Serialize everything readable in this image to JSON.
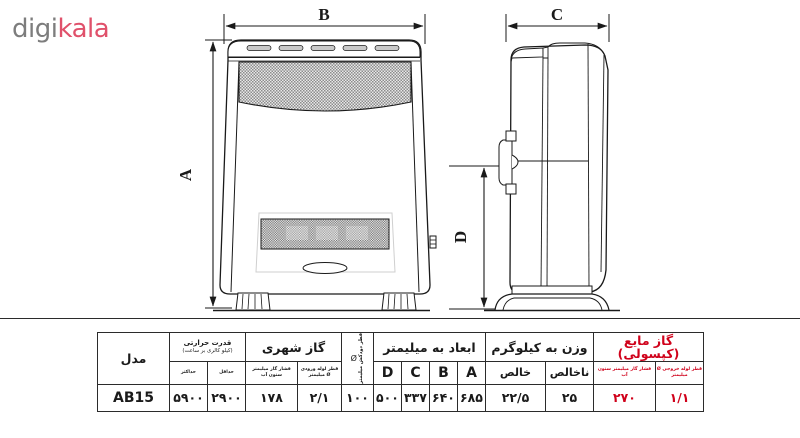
{
  "brand": {
    "part1": "digi",
    "part2": "kala",
    "color1": "#7d7d7d",
    "color2": "#e0516b"
  },
  "drawing": {
    "title": "gas-heater-technical-drawing",
    "labels": {
      "a": "A",
      "b": "B",
      "c": "C",
      "d": "D"
    },
    "views": {
      "front": "front-view",
      "side": "side-view"
    }
  },
  "table": {
    "title": "specifications-table",
    "accent_red": "#d0021b",
    "border_color": "#2b2b2b",
    "headers": {
      "model": "مدل",
      "thermal_power": "قدرت حرارتی",
      "thermal_power_unit": "(کیلو کالری بر ساعت)",
      "thermal_max": "حداکثر",
      "thermal_min": "حداقل",
      "city_gas": "گاز شهری",
      "city_gas_pressure": "فشار گاز میلیمتر ستون آب",
      "city_gas_pipe": "قطر لوله ورودی Ø میلیمتر",
      "flue_diameter": "قطر دودکش میلیمتر",
      "flue_symbol": "Ø",
      "dimensions": "ابعاد به میلیمتر",
      "dim_a": "A",
      "dim_b": "B",
      "dim_c": "C",
      "dim_d": "D",
      "weight": "وزن به کیلوگرم",
      "weight_net": "خالص",
      "weight_gross": "ناخالص",
      "lpg": "گاز مایع (کپسولی)",
      "lpg_pressure": "فشار گاز میلیمتر ستون آب",
      "lpg_pipe": "قطر لوله خروجی Ø میلیمتر"
    },
    "row": {
      "model": "AB15",
      "thermal_max": "۵۹۰۰",
      "thermal_min": "۲۹۰۰",
      "city_gas_pressure": "۱۷۸",
      "city_gas_pipe": "۲/۱",
      "flue_diameter": "۱۰۰",
      "dim_d": "۵۰۰",
      "dim_c": "۳۳۷",
      "dim_b": "۶۴۰",
      "dim_a": "۶۸۵",
      "weight_net": "۲۲/۵",
      "weight_gross": "۲۵",
      "lpg_pressure": "۲۷۰",
      "lpg_pipe": "۱/۱"
    }
  }
}
